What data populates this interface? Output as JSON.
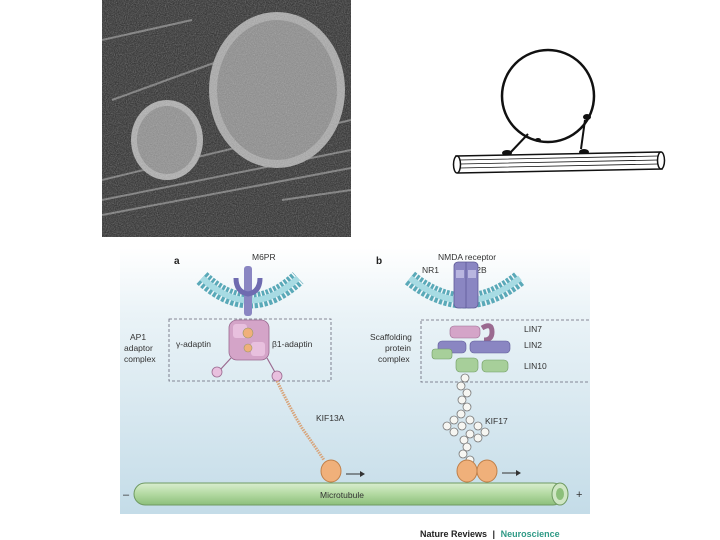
{
  "panel_a": {
    "letter": "a",
    "receptor": "M6PR",
    "complex_label": [
      "AP1",
      "adaptor",
      "complex"
    ],
    "gamma": "γ-adaptin",
    "beta": "β1-adaptin",
    "motor": "KIF13A"
  },
  "panel_b": {
    "letter": "b",
    "receptor_title": "NMDA receptor",
    "nr1": "NR1",
    "nr2b": "NR2B",
    "complex_label": [
      "Scaffolding",
      "protein",
      "complex"
    ],
    "lin7": "LIN7",
    "lin2": "LIN2",
    "lin10": "LIN10",
    "motor": "KIF17"
  },
  "microtubule": {
    "label": "Microtubule",
    "minus": "–",
    "plus": "+"
  },
  "credit": {
    "journal": "Nature Reviews",
    "separator": "|",
    "section": "Neuroscience"
  },
  "colors": {
    "background_top": "#ffffff",
    "background_bottom": "#cfe3ee",
    "membrane": "#79c2cf",
    "receptor": "#8a86c2",
    "adaptor": "#d4a4c8",
    "motor": "#f0b07a",
    "microtubule": "#b7dca6",
    "lin_green": "#a7cf9a",
    "credit_accent": "#2f9a86"
  }
}
